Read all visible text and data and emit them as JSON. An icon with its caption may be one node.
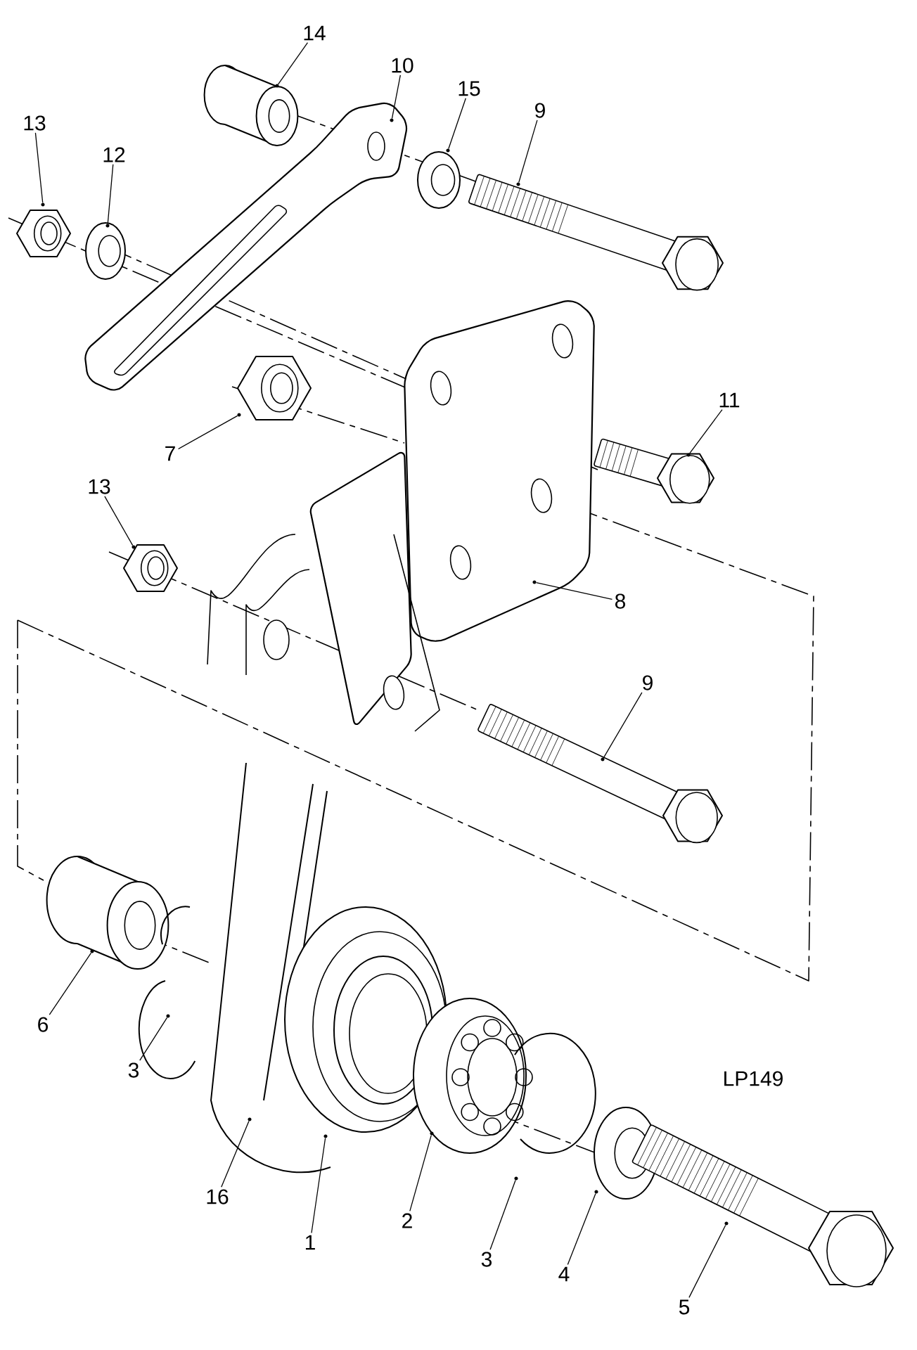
{
  "diagram": {
    "nodes": [
      {
        "text": [
          "14"
        ]
      },
      {
        "text": [],
        "shape": "picture"
      },
      {
        "text": [
          "10"
        ]
      },
      {
        "text": [],
        "shape": "picture"
      },
      {
        "text": [
          "15"
        ]
      },
      {
        "text": [],
        "shape": "picture"
      },
      {
        "text": [
          "9"
        ]
      },
      {
        "text": [],
        "shape": "picture"
      },
      {
        "text": [
          "13"
        ]
      },
      {
        "text": [],
        "shape": "picture"
      },
      {
        "text": [
          "12"
        ]
      },
      {
        "text": [],
        "shape": "picture"
      },
      {
        "text": [
          "11"
        ]
      },
      {
        "text": [],
        "shape": "picture"
      },
      {
        "text": [
          "7"
        ]
      },
      {
        "text": [],
        "shape": "picture"
      },
      {
        "text": [
          "13"
        ]
      },
      {
        "text": [],
        "shape": "picture"
      },
      {
        "text": [
          "8"
        ]
      },
      {
        "text": [],
        "shape": "picture"
      },
      {
        "text": [
          "9"
        ]
      },
      {
        "text": [],
        "shape": "picture"
      },
      {
        "text": [
          "6"
        ]
      },
      {
        "text": [],
        "shape": "picture"
      },
      {
        "text": [
          "3"
        ]
      },
      {
        "text": [],
        "shape": "picture"
      },
      {
        "text": [
          "16"
        ]
      },
      {
        "text": [],
        "shape": "picture"
      },
      {
        "text": [
          "1"
        ]
      },
      {
        "text": [],
        "shape": "picture"
      },
      {
        "text": [
          "2"
        ]
      },
      {
        "text": [],
        "shape": "picture"
      },
      {
        "text": [
          "3"
        ]
      },
      {
        "text": [],
        "shape": "picture"
      },
      {
        "text": [
          "4"
        ]
      },
      {
        "text": [],
        "shape": "picture"
      },
      {
        "text": [
          "5"
        ]
      },
      {
        "text": [],
        "shape": "picture"
      }
    ],
    "edges": [
      {
        "from": 0,
        "to": 1,
        "arrow": "none"
      },
      {
        "from": 2,
        "to": 3,
        "arrow": "none"
      },
      {
        "from": 4,
        "to": 5,
        "arrow": "none"
      },
      {
        "from": 6,
        "to": 7,
        "arrow": "none"
      },
      {
        "from": 8,
        "to": 9,
        "arrow": "none"
      },
      {
        "from": 10,
        "to": 11,
        "arrow": "none"
      },
      {
        "from": 12,
        "to": 13,
        "arrow": "none"
      },
      {
        "from": 14,
        "to": 15,
        "arrow": "none"
      },
      {
        "from": 16,
        "to": 17,
        "arrow": "none"
      },
      {
        "from": 18,
        "to": 19,
        "arrow": "none"
      },
      {
        "from": 20,
        "to": 21,
        "arrow": "none"
      },
      {
        "from": 22,
        "to": 23,
        "arrow": "none"
      },
      {
        "from": 24,
        "to": 25,
        "arrow": "none"
      },
      {
        "from": 26,
        "to": 27,
        "arrow": "none"
      },
      {
        "from": 28,
        "to": 29,
        "arrow": "none"
      },
      {
        "from": 30,
        "to": 31,
        "arrow": "none"
      },
      {
        "from": 32,
        "to": 33,
        "arrow": "none"
      },
      {
        "from": 34,
        "to": 35,
        "arrow": "none"
      },
      {
        "from": 36,
        "to": 37,
        "arrow": "none"
      }
    ],
    "labels": [
      "LP149"
    ]
  }
}
